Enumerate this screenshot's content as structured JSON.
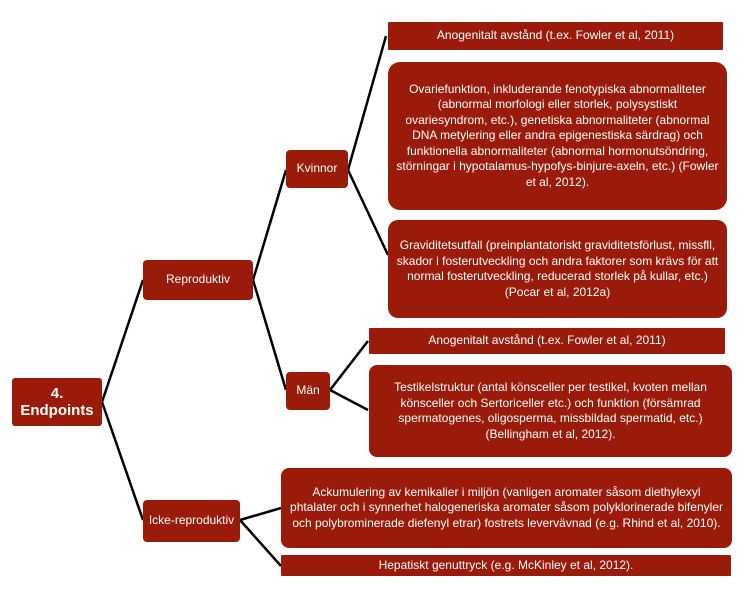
{
  "root": {
    "label": "4. Endpoints"
  },
  "branches": {
    "reproductive": {
      "label": "Reproduktiv",
      "women": {
        "label": "Kvinnor",
        "items": [
          "Anogenitalt avstånd (t.ex. Fowler et al, 2011)",
          "Ovariefunktion, inkluderande fenotypiska abnormaliteter (abnormal morfologi eller storlek, polysystiskt ovariesyndrom, etc.), genetiska abnormaliteter (abnormal DNA metylering eller andra epigenestiska särdrag) och funktionella abnormaliteter (abnormal hormonutsöndring, störningar i hypotalamus-hypofys-binjure-axeln, etc.) (Fowler et al, 2012).",
          "Graviditetsutfall (preinplantatoriskt graviditetsförlust, missfll, skador i fosterutveckling och andra faktorer som krävs för att normal fosterutveckling, reducerad storlek på kullar, etc.) (Pocar et al, 2012a)"
        ]
      },
      "men": {
        "label": "Män",
        "items": [
          "Anogenitalt avstånd (t.ex. Fowler et al, 2011)",
          "Testikelstruktur (antal könsceller per testikel, kvoten mellan könsceller och Sertoriceller etc.) och funktion (försämrad spermatogenes, oligosperma, missbildad spermatid, etc.) (Bellingham et al, 2012)."
        ]
      }
    },
    "nonreproductive": {
      "label": "Icke-reproduktiv",
      "items": [
        "Ackumulering av kemikalier i miljön (vanligen aromater såsom diethylexyl phtalater och i synnerhet halogeneriska aromater såsom polyklorinerade bifenyler och polybrominerade diefenyl etrar) fostrets levervävnad (e.g. Rhind et al, 2010).",
        "Hepatiskt genuttryck (e.g. McKinley et al, 2012)."
      ]
    }
  },
  "colors": {
    "box": "#9b1b0b",
    "text": "#ffffff",
    "line": "#000000"
  }
}
